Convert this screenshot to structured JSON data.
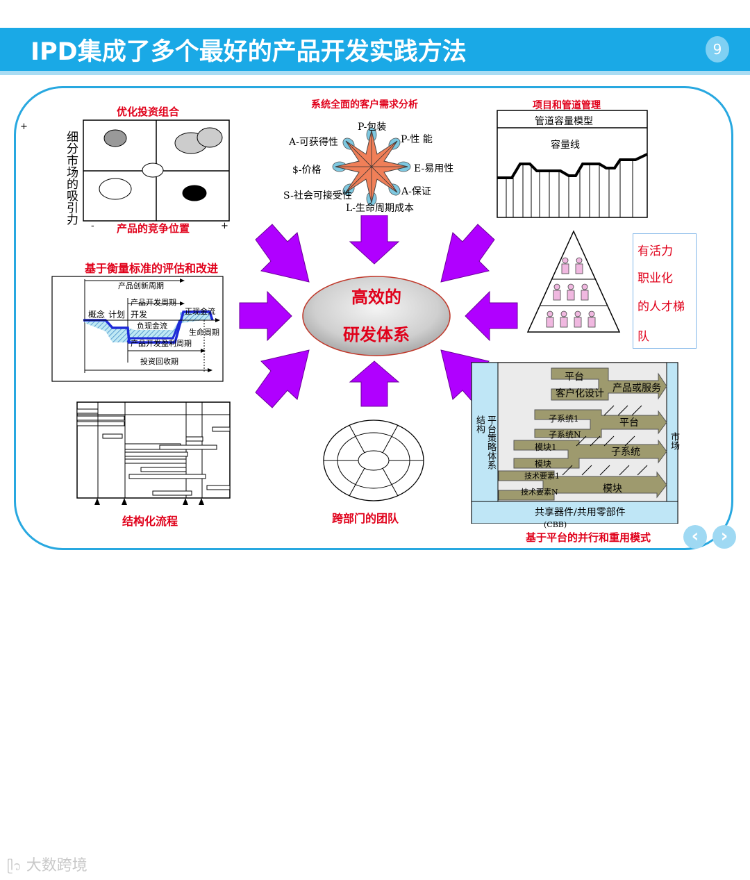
{
  "header": {
    "title": "IPD集成了多个最好的产品开发实践方法",
    "page_number": "9"
  },
  "center": {
    "line1": "高效的",
    "line2": "研发体系"
  },
  "portfolio": {
    "title": "优化投资组合",
    "y_label": "细分市场的吸引力",
    "x_label": "产品的竞争位置",
    "plus": "+",
    "minus": "-"
  },
  "customer": {
    "title": "系统全面的客户需求分析",
    "labels": [
      "P-包装",
      "P-性 能",
      "A-可获得性",
      "$-价格",
      "E-易用性",
      "S-社会可接受性",
      "A-保证",
      "L-生命周期成本"
    ]
  },
  "pipeline": {
    "title": "项目和管道管理",
    "model_label": "管道容量模型",
    "capacity_label": "容量线"
  },
  "talent": {
    "lines": [
      "有活力",
      "职业化",
      "的人才梯",
      "队"
    ]
  },
  "metrics": {
    "title": "基于衡量标准的评估和改进",
    "labels": {
      "innovation": "产品创新周期",
      "dev_cycle": "产品开发周期",
      "concept": "概念",
      "plan": "计划",
      "develop": "开发",
      "negative": "负现金流",
      "positive": "正现金流",
      "lifecycle": "生命周期",
      "profit": "产品开发盈利周期",
      "payback": "投资回收期"
    }
  },
  "process": {
    "title": "结构化流程"
  },
  "team": {
    "title": "跨部门的团队"
  },
  "platform": {
    "title": "基于平台的并行和重用模式",
    "left_col": "平台策略体系结构",
    "right_col": "市场",
    "bottom": "共享器件/共用零部件",
    "cbb": "(CBB)",
    "arrows": {
      "platform": "平台",
      "custom_design": "客户化设计",
      "product_service": "产品或服务",
      "subsys1": "子系统1",
      "subsysN": "子系统N",
      "platform2": "平台",
      "module1": "模块1",
      "module": "模块",
      "subsystem": "子系统",
      "tech1": "技术要素1",
      "techN": "技术要素N",
      "module2": "模块"
    }
  },
  "watermark": "大数跨境",
  "colors": {
    "header": "#1aa9e6",
    "frame": "#28a8e0",
    "arrow": "#b000ff",
    "title_red": "#e0001a",
    "olive": "#9e9a6e"
  }
}
